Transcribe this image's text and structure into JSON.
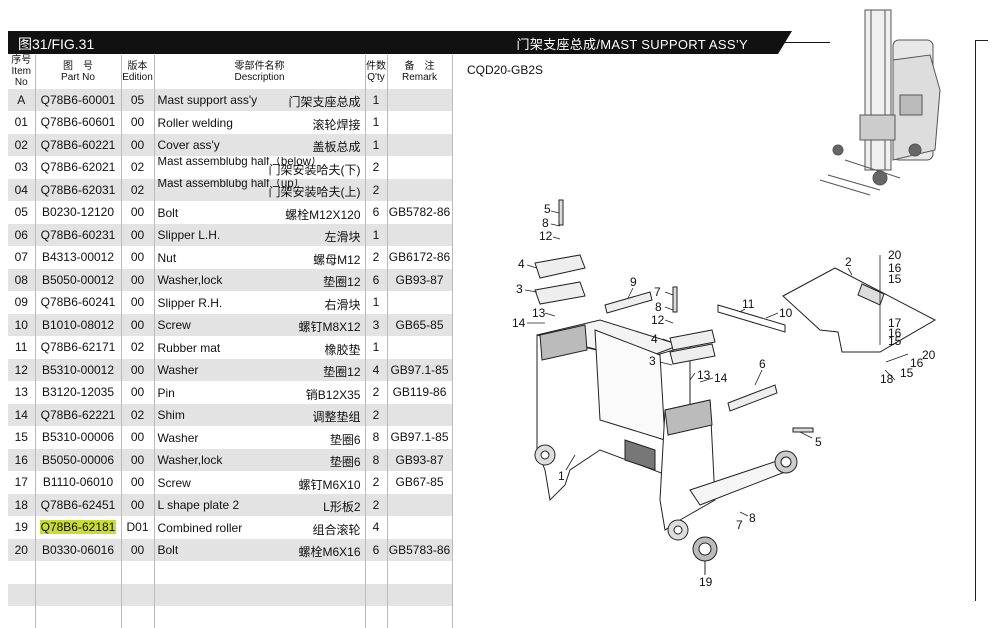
{
  "header": {
    "figure": "图31/FIG.31",
    "title": "门架支座总成/MAST SUPPORT ASS’Y",
    "model": "CQD20-GB2S"
  },
  "columns": {
    "no_cn": "序号",
    "no_en1": "Item",
    "no_en2": "No",
    "pn_cn": "图　号",
    "pn_en": "Part No",
    "ed_cn": "版本",
    "ed_en": "Edition",
    "name_cn": "零部件名称",
    "name_en": "Description",
    "qty_cn": "件数",
    "qty_en": "Q'ty",
    "rm_cn": "备　注",
    "rm_en": "Remark"
  },
  "rows": [
    {
      "no": "A",
      "pn": "Q78B6-60001",
      "ed": "05",
      "en": "Mast support ass'y",
      "cn": "门架支座总成",
      "qty": "1",
      "rm": ""
    },
    {
      "no": "01",
      "pn": "Q78B6-60601",
      "ed": "00",
      "en": "Roller welding",
      "cn": "滚轮焊接",
      "qty": "1",
      "rm": ""
    },
    {
      "no": "02",
      "pn": "Q78B6-60221",
      "ed": "00",
      "en": "Cover ass'y",
      "cn": "盖板总成",
      "qty": "1",
      "rm": ""
    },
    {
      "no": "03",
      "pn": "Q78B6-62021",
      "ed": "02",
      "en": "Mast assemblubg half（below）",
      "cn": "门架安装哈夫(下)",
      "qty": "2",
      "rm": ""
    },
    {
      "no": "04",
      "pn": "Q78B6-62031",
      "ed": "02",
      "en": "Mast assemblubg half（up）",
      "cn": "门架安装哈夫(上)",
      "qty": "2",
      "rm": ""
    },
    {
      "no": "05",
      "pn": "B0230-12120",
      "ed": "00",
      "en": "Bolt",
      "cn": "螺栓M12X120",
      "qty": "6",
      "rm": "GB5782-86"
    },
    {
      "no": "06",
      "pn": "Q78B6-60231",
      "ed": "00",
      "en": "Slipper L.H.",
      "cn": "左滑块",
      "qty": "1",
      "rm": ""
    },
    {
      "no": "07",
      "pn": "B4313-00012",
      "ed": "00",
      "en": "Nut",
      "cn": "螺母M12",
      "qty": "2",
      "rm": "GB6172-86"
    },
    {
      "no": "08",
      "pn": "B5050-00012",
      "ed": "00",
      "en": "Washer,lock",
      "cn": "垫圈12",
      "qty": "6",
      "rm": "GB93-87"
    },
    {
      "no": "09",
      "pn": "Q78B6-60241",
      "ed": "00",
      "en": "Slipper R.H.",
      "cn": "右滑块",
      "qty": "1",
      "rm": ""
    },
    {
      "no": "10",
      "pn": "B1010-08012",
      "ed": "00",
      "en": "Screw",
      "cn": "螺钉M8X12",
      "qty": "3",
      "rm": "GB65-85"
    },
    {
      "no": "11",
      "pn": "Q78B6-62171",
      "ed": "02",
      "en": "Rubber mat",
      "cn": "橡胶垫",
      "qty": "1",
      "rm": ""
    },
    {
      "no": "12",
      "pn": "B5310-00012",
      "ed": "00",
      "en": "Washer",
      "cn": "垫圈12",
      "qty": "4",
      "rm": "GB97.1-85"
    },
    {
      "no": "13",
      "pn": "B3120-12035",
      "ed": "00",
      "en": "Pin",
      "cn": "销B12X35",
      "qty": "2",
      "rm": "GB119-86"
    },
    {
      "no": "14",
      "pn": "Q78B6-62221",
      "ed": "02",
      "en": "Shim",
      "cn": "调整垫组",
      "qty": "2",
      "rm": ""
    },
    {
      "no": "15",
      "pn": "B5310-00006",
      "ed": "00",
      "en": "Washer",
      "cn": "垫圈6",
      "qty": "8",
      "rm": "GB97.1-85"
    },
    {
      "no": "16",
      "pn": "B5050-00006",
      "ed": "00",
      "en": "Washer,lock",
      "cn": "垫圈6",
      "qty": "8",
      "rm": "GB93-87"
    },
    {
      "no": "17",
      "pn": "B1110-06010",
      "ed": "00",
      "en": "Screw",
      "cn": "螺钉M6X10",
      "qty": "2",
      "rm": "GB67-85"
    },
    {
      "no": "18",
      "pn": "Q78B6-62451",
      "ed": "00",
      "en": "L shape plate 2",
      "cn": "L形板2",
      "qty": "2",
      "rm": ""
    },
    {
      "no": "19",
      "pn": "Q78B6-62181",
      "ed": "D01",
      "en": "Combined roller",
      "cn": "组合滚轮",
      "qty": "4",
      "rm": ""
    },
    {
      "no": "20",
      "pn": "B0330-06016",
      "ed": "00",
      "en": "Bolt",
      "cn": "螺栓M6X16",
      "qty": "6",
      "rm": "GB5783-86"
    },
    {
      "no": "",
      "pn": "",
      "ed": "",
      "en": "",
      "cn": "",
      "qty": "",
      "rm": ""
    },
    {
      "no": "",
      "pn": "",
      "ed": "",
      "en": "",
      "cn": "",
      "qty": "",
      "rm": ""
    },
    {
      "no": "",
      "pn": "",
      "ed": "",
      "en": "",
      "cn": "",
      "qty": "",
      "rm": ""
    }
  ],
  "highlight": {
    "row_index": 19,
    "color": "#c8dc32"
  },
  "callouts": [
    {
      "label": "5"
    },
    {
      "label": "8"
    },
    {
      "label": "12"
    },
    {
      "label": "4"
    },
    {
      "label": "3"
    },
    {
      "label": "13"
    },
    {
      "label": "14"
    },
    {
      "label": "9"
    },
    {
      "label": "7"
    },
    {
      "label": "8"
    },
    {
      "label": "12"
    },
    {
      "label": "4"
    },
    {
      "label": "3"
    },
    {
      "label": "13"
    },
    {
      "label": "14"
    },
    {
      "label": "11"
    },
    {
      "label": "10"
    },
    {
      "label": "6"
    },
    {
      "label": "2"
    },
    {
      "label": "20"
    },
    {
      "label": "16"
    },
    {
      "label": "15"
    },
    {
      "label": "17"
    },
    {
      "label": "16"
    },
    {
      "label": "15"
    },
    {
      "label": "20"
    },
    {
      "label": "16"
    },
    {
      "label": "15"
    },
    {
      "label": "18"
    },
    {
      "label": "1"
    },
    {
      "label": "5"
    },
    {
      "label": "8"
    },
    {
      "label": "7"
    },
    {
      "label": "19"
    }
  ]
}
